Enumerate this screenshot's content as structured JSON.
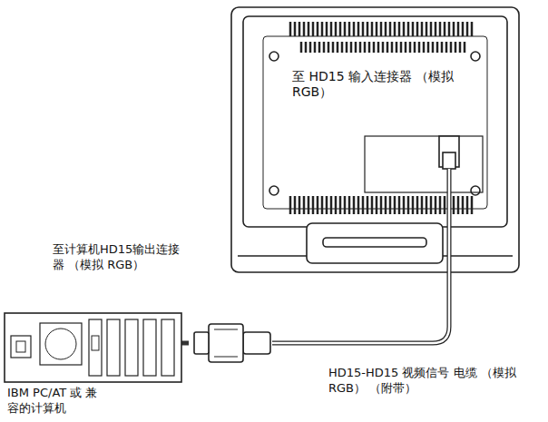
{
  "diagram": {
    "labels": [
      "至 HD15 输入连接器 （模拟 RGB）",
      "至计算机HD15输出连接器 （模拟 RGB）",
      "HD15-HD15 视频信号 电缆 （模拟 RGB） （附带）",
      "IBM PC/AT 或 兼容的计算机"
    ]
  }
}
